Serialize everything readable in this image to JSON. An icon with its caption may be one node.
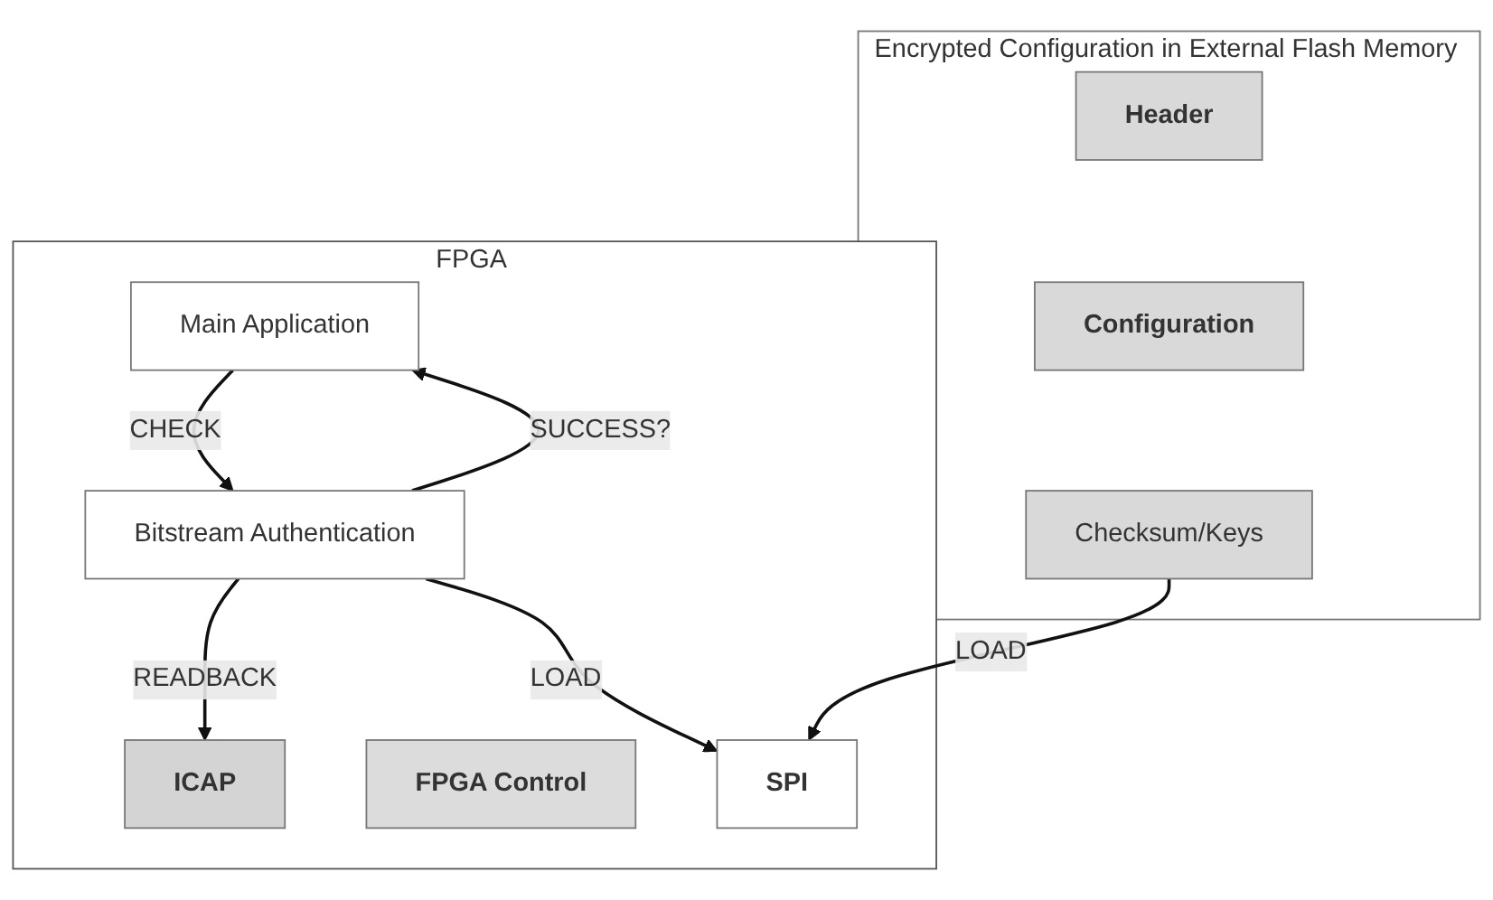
{
  "diagram": {
    "nodes": [
      {
        "text": [
          "FPGA"
        ]
      },
      {
        "text": [
          "Main Application"
        ],
        "in": 0
      },
      {
        "text": [
          "ICAP"
        ],
        "in": 0
      },
      {
        "text": [
          "FPGA Control"
        ],
        "in": 0
      },
      {
        "text": [
          "Bitstream Authentication"
        ],
        "in": 0
      },
      {
        "text": [
          "SPI"
        ],
        "in": 0
      },
      {
        "text": [
          "Encrypted Configuration in External Flash Memory"
        ]
      },
      {
        "text": [
          "Header"
        ],
        "in": 6
      },
      {
        "text": [
          "Configuration"
        ],
        "in": 6
      },
      {
        "text": [
          "Checksum/Keys"
        ],
        "in": 6
      }
    ],
    "edges": [
      {
        "from": 1,
        "to": 4,
        "arrow": "to",
        "label": "CHECK"
      },
      {
        "from": 4,
        "to": 1,
        "arrow": "to",
        "label": "SUCCESS?"
      },
      {
        "from": 4,
        "to": 2,
        "arrow": "to",
        "label": "READBACK"
      },
      {
        "from": 4,
        "to": 5,
        "arrow": "to",
        "label": "LOAD"
      },
      {
        "from": 9,
        "to": 5,
        "arrow": "to",
        "label": "LOAD"
      }
    ]
  }
}
